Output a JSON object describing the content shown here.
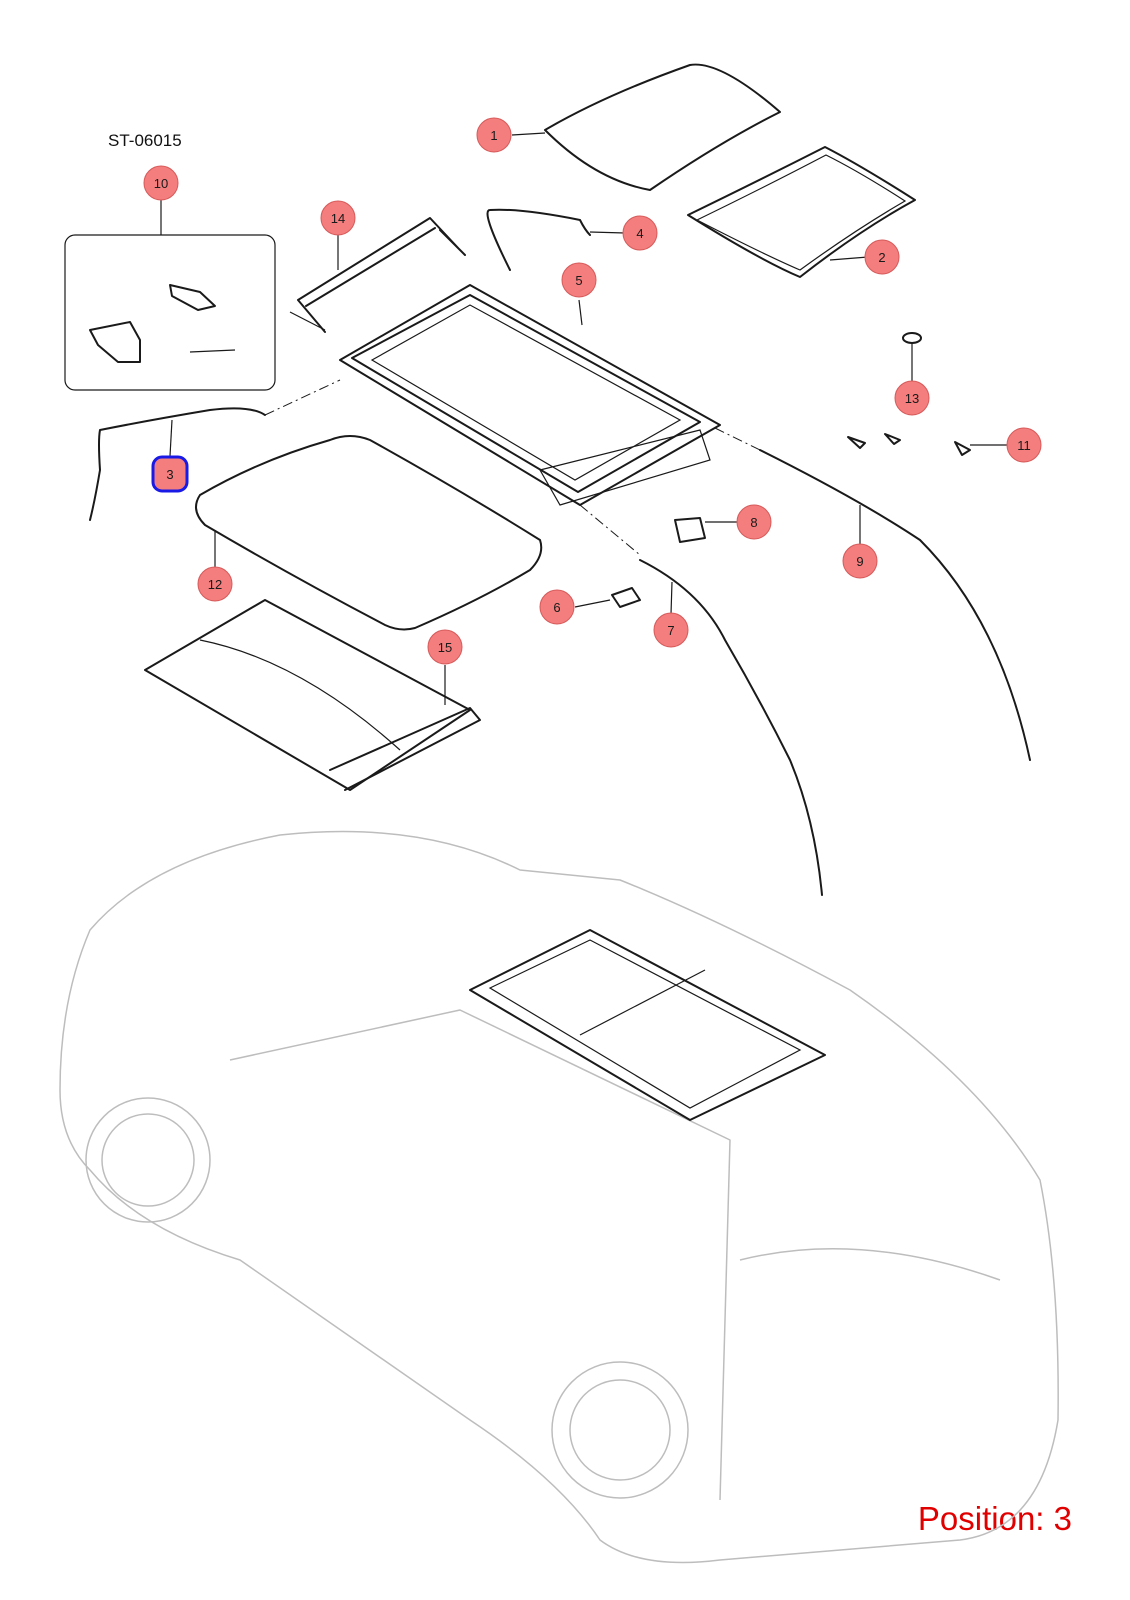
{
  "diagram": {
    "reference_code": "ST-06015",
    "position_readout": "Position: 3",
    "selected_position": "3",
    "colors": {
      "callout_fill": "#f47d7d",
      "selection_outline": "#1a1ae6",
      "position_text": "#e00000",
      "car_outline": "#bdbdbd"
    },
    "callouts": [
      {
        "label": "1"
      },
      {
        "label": "2"
      },
      {
        "label": "3"
      },
      {
        "label": "4"
      },
      {
        "label": "5"
      },
      {
        "label": "6"
      },
      {
        "label": "7"
      },
      {
        "label": "8"
      },
      {
        "label": "9"
      },
      {
        "label": "10"
      },
      {
        "label": "11"
      },
      {
        "label": "12"
      },
      {
        "label": "13"
      },
      {
        "label": "14"
      },
      {
        "label": "15"
      }
    ]
  }
}
